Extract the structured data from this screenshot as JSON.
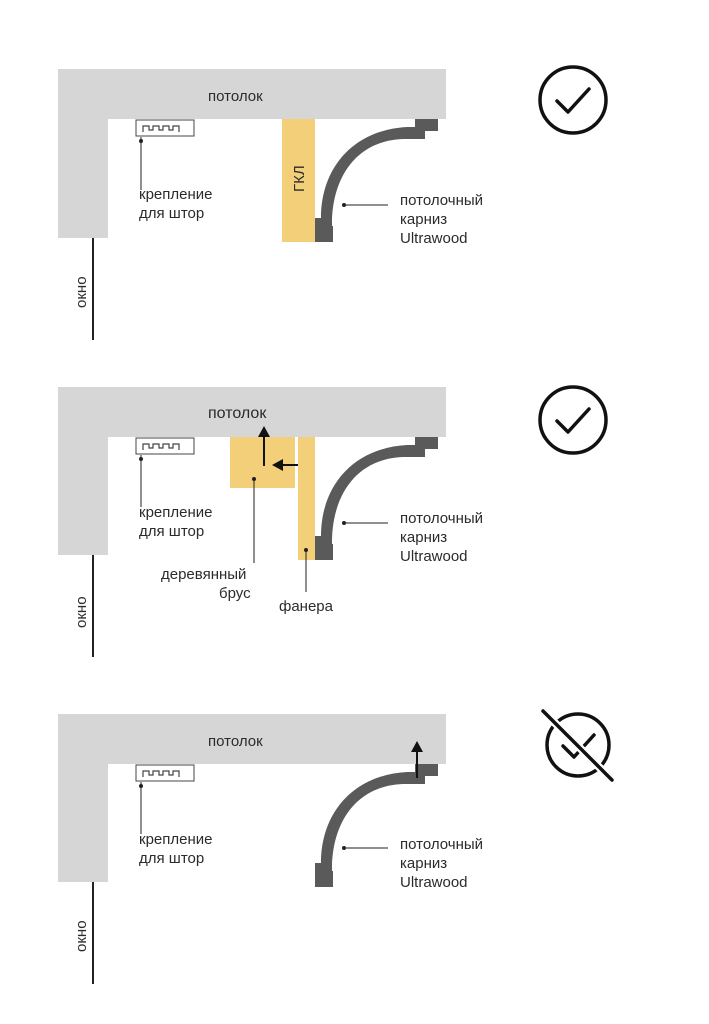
{
  "panels": [
    {
      "ceiling_label": "потолок",
      "window_label": "окно",
      "curtain_label_1": "крепление",
      "curtain_label_2": "для штор",
      "gkl_label": "ГКЛ",
      "cornice_label_1": "потолочный",
      "cornice_label_2": "карниз",
      "cornice_label_3": "Ultrawood",
      "status": "correct"
    },
    {
      "ceiling_label": "потолок",
      "window_label": "окно",
      "curtain_label_1": "крепление",
      "curtain_label_2": "для штор",
      "beam_label_1": "деревянный",
      "beam_label_2": "брус",
      "plywood_label": "фанера",
      "cornice_label_1": "потолочный",
      "cornice_label_2": "карниз",
      "cornice_label_3": "Ultrawood",
      "status": "correct"
    },
    {
      "ceiling_label": "потолок",
      "window_label": "окно",
      "curtain_label_1": "крепление",
      "curtain_label_2": "для штор",
      "cornice_label_1": "потолочный",
      "cornice_label_2": "карниз",
      "cornice_label_3": "Ultrawood",
      "status": "incorrect"
    }
  ],
  "icons": [
    "check-circle-icon",
    "check-circle-icon",
    "crossed-check-circle-icon"
  ],
  "colors": {
    "wall": "#d6d6d6",
    "wood": "#f3cf7a",
    "cornice": "#5a5a5a",
    "line": "#222222"
  }
}
